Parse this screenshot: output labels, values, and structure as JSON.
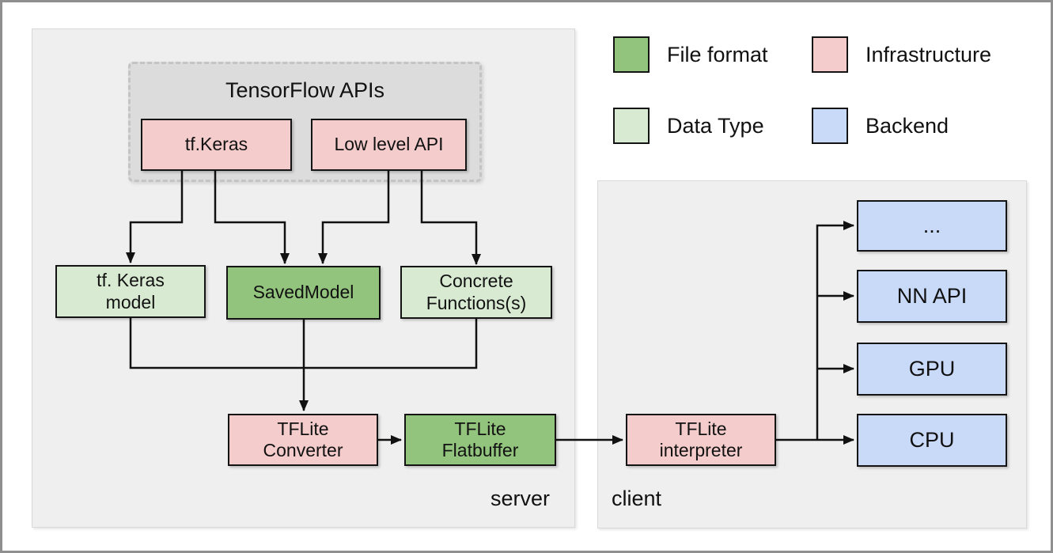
{
  "group": {
    "title": "TensorFlow APIs"
  },
  "zones": {
    "server": "server",
    "client": "client"
  },
  "legend": {
    "items": [
      {
        "label": "File format",
        "color": "#93c47d"
      },
      {
        "label": "Infrastructure",
        "color": "#f4cccc"
      },
      {
        "label": "Data Type",
        "color": "#d9ead3"
      },
      {
        "label": "Backend",
        "color": "#c9daf8"
      }
    ]
  },
  "nodes": {
    "tf_keras": {
      "label": "tf.Keras"
    },
    "low_level_api": {
      "label": "Low level API"
    },
    "tf_keras_model": {
      "line1": "tf. Keras",
      "line2": "model"
    },
    "saved_model": {
      "label": "SavedModel"
    },
    "concrete_functions": {
      "line1": "Concrete",
      "line2": "Functions(s)"
    },
    "tflite_converter": {
      "line1": "TFLite",
      "line2": "Converter"
    },
    "tflite_flatbuffer": {
      "line1": "TFLite",
      "line2": "Flatbuffer"
    },
    "tflite_interpreter": {
      "line1": "TFLite",
      "line2": "interpreter"
    },
    "backend_more": {
      "label": "..."
    },
    "backend_nnapi": {
      "label": "NN API"
    },
    "backend_gpu": {
      "label": "GPU"
    },
    "backend_cpu": {
      "label": "CPU"
    }
  },
  "colors": {
    "file_format": "#93c47d",
    "infrastructure": "#f4cccc",
    "data_type": "#d9ead3",
    "backend": "#c9daf8",
    "panel_background": "#efefef",
    "group_background": "#dcdcdc",
    "wire": "#111111"
  }
}
